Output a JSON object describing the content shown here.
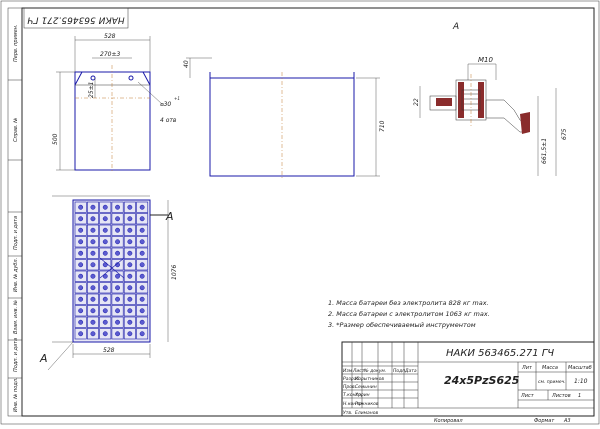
{
  "drawing": {
    "top_stamp": "НАКИ 563465.271 ГЧ",
    "view_label": "A",
    "section_marker": "A",
    "plan": {
      "width_top": "528",
      "hole_spacing": "270±3",
      "hole_offset": "25±1",
      "hole_dia": "⌀30",
      "hole_tol": "+1",
      "hole_count": "4 отв",
      "height": "500"
    },
    "elevation": {
      "lid_height": "40",
      "height": "710"
    },
    "detail": {
      "thread": "M10",
      "dim_22": "22",
      "dim_6615": "661,5±1",
      "dim_675": "675"
    },
    "bottom_plan": {
      "length": "1076",
      "width": "528"
    }
  },
  "notes": [
    "1. Масса батареи без электролита 828 кг max.",
    "2. Масса батареи с электролитом 1063 кг max.",
    "3. *Размер обеспечиваемый инструментом"
  ],
  "side_labels": [
    "Перв. примен.",
    "Справ. №",
    "Подп. и дата",
    "Инв. № дубл.",
    "Взам. инв. №",
    "Подп. и дата",
    "Инв. № подл."
  ],
  "title_block": {
    "doc_number": "НАКИ 563465.271 ГЧ",
    "product_name": "24х5PzS625",
    "lit_header": "Лит",
    "mass_header": "Масса",
    "scale_header": "Масштаб",
    "mass_value": "см. примеч.",
    "scale_value": "1:10",
    "sheet_label": "Лист",
    "sheets_label": "Листов",
    "sheets_value": "1",
    "col_headers": [
      "Изм",
      "Лист",
      "№ докум.",
      "Подп.",
      "Дата"
    ],
    "roles": [
      "Разраб.",
      "Пров.",
      "Т.контр.",
      "Н.контр.",
      "Утв."
    ],
    "names": [
      "Корытников",
      "Семынин",
      "Хорин",
      "Рожников",
      "Елиманов"
    ],
    "copied": "Копировал",
    "format": "Формат",
    "format_value": "А3"
  }
}
